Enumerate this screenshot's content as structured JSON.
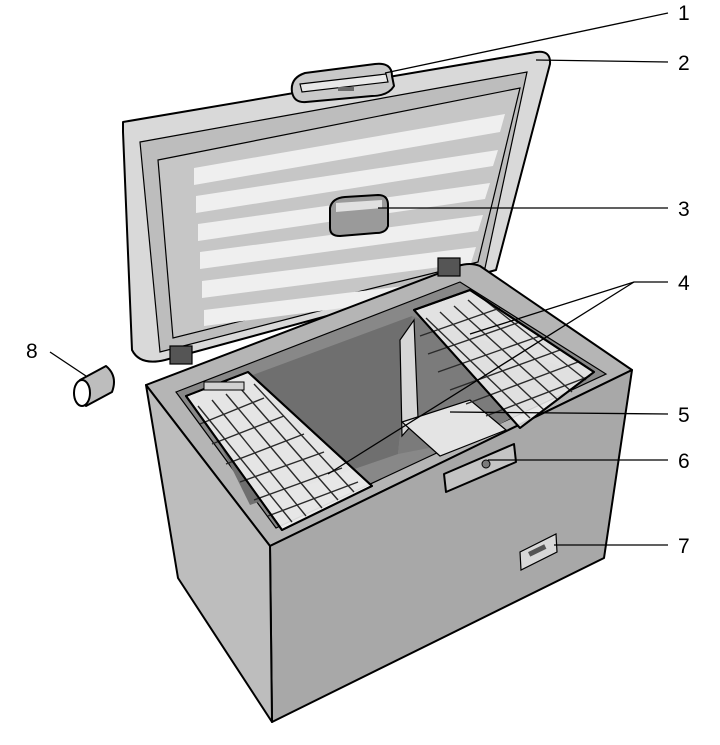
{
  "callouts": [
    {
      "id": "1",
      "label": "1"
    },
    {
      "id": "2",
      "label": "2"
    },
    {
      "id": "3",
      "label": "3"
    },
    {
      "id": "4",
      "label": "4"
    },
    {
      "id": "5",
      "label": "5"
    },
    {
      "id": "6",
      "label": "6"
    },
    {
      "id": "7",
      "label": "7"
    },
    {
      "id": "8",
      "label": "8"
    }
  ],
  "colors": {
    "cabinet": "#a9a9a9",
    "cabinet_dark": "#8e8e8e",
    "lid_inner": "#c8c8c8",
    "lid_stripe": "#eeeeee",
    "interior": "#7c7c7c",
    "light": "#f4f4f4"
  }
}
